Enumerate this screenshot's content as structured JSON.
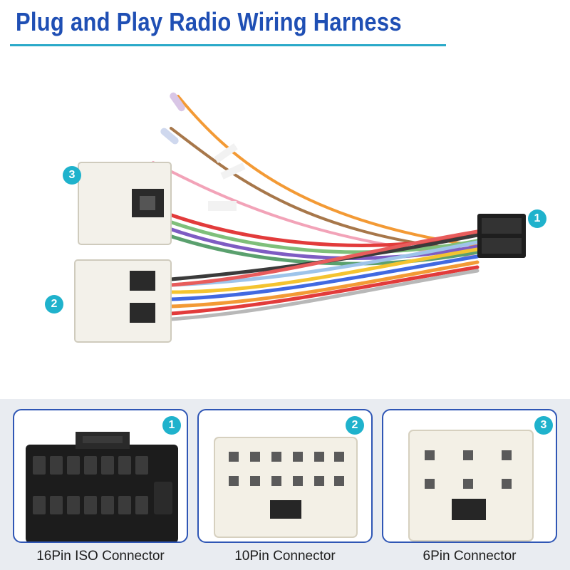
{
  "title": "Plug and Play Radio Wiring Harness",
  "badges": {
    "one": "1",
    "two": "2",
    "three": "3"
  },
  "cards": [
    {
      "caption": "16Pin ISO Connector"
    },
    {
      "caption": "10Pin Connector"
    },
    {
      "caption": "6Pin Connector"
    }
  ],
  "colors": {
    "title": "#1f4fb4",
    "rule": "#2aa9c9",
    "badge": "#1fb2cc",
    "card_border": "#2f56b5"
  }
}
